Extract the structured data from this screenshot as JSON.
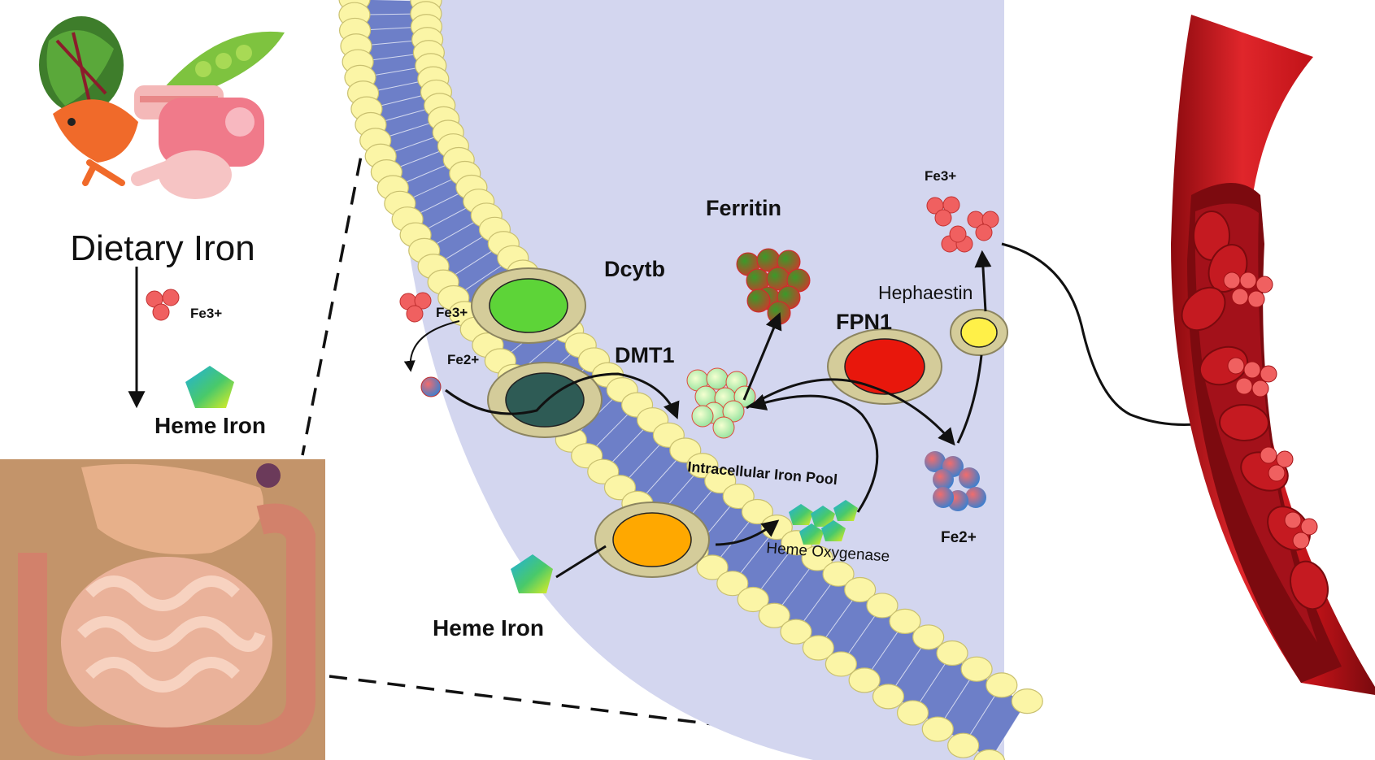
{
  "labels": {
    "dietary_iron": "Dietary Iron",
    "fe3_left": "Fe3+",
    "heme_iron_left": "Heme Iron",
    "fe3_cell": "Fe3+",
    "fe2_cell": "Fe2+",
    "dcytb": "Dcytb",
    "dmt1": "DMT1",
    "ferritin": "Ferritin",
    "intracellular_pool": "Intracellular Iron Pool",
    "heme_oxygenase": "Heme Oxygenase",
    "heme_iron_cell": "Heme Iron",
    "fpn1": "FPN1",
    "hephaestin": "Hephaestin",
    "fe3_top": "Fe3+",
    "fe2_bottom": "Fe2+"
  },
  "colors": {
    "cell_interior": "#d3d6ef",
    "membrane_blue": "#6d7fc8",
    "lipid_head": "#fbf5a6",
    "transporter_ring": "#d4cc9a",
    "dcytb_core": "#5dd438",
    "dmt1_core": "#2e5b55",
    "heme_transporter_core": "#ffa800",
    "fpn1_core": "#e8170c",
    "hephaestin_core": "#fff048",
    "fe3_ball": "#f06060",
    "vessel_red": "#d5161d"
  }
}
